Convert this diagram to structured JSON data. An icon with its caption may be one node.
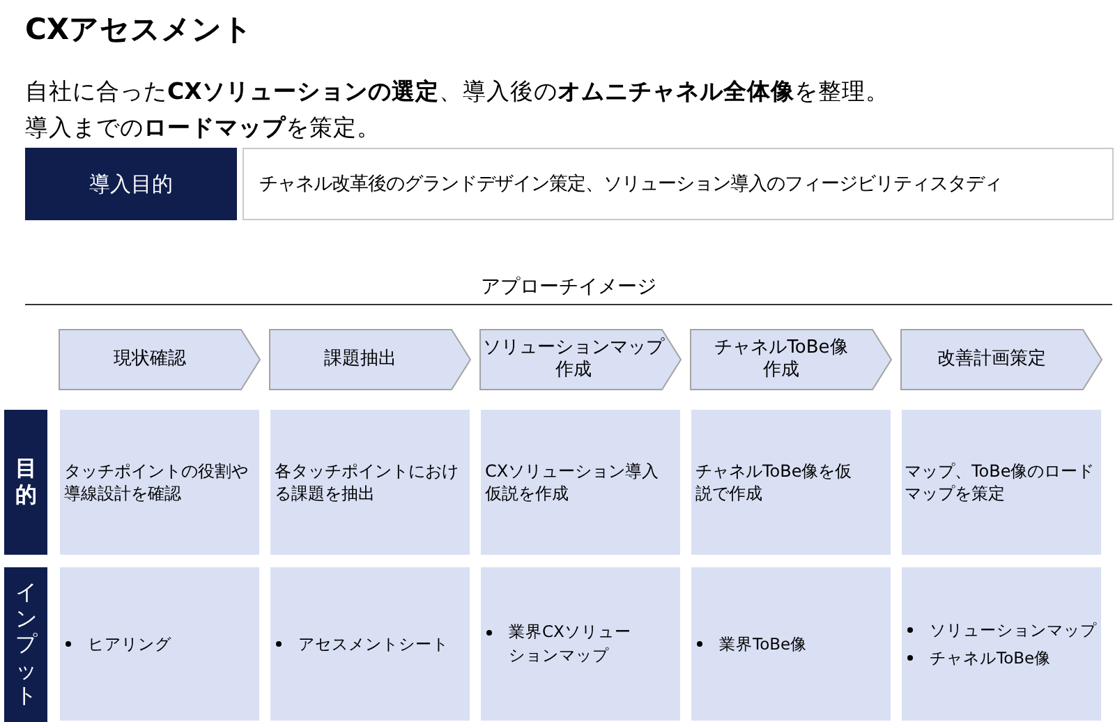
{
  "diagram": {
    "title": "CXアセスメント",
    "nodes": [
      {
        "text": [
          "導入目的"
        ]
      },
      {
        "text": [
          "チャネル改革後のグランドデザイン策定、ソリューション導入のフィージビリティスタディ"
        ]
      },
      {
        "text": [
          "現状確認"
        ]
      },
      {
        "text": [
          "課題抽出"
        ]
      },
      {
        "text": [
          "ソリューションマップ作成"
        ]
      },
      {
        "text": [
          "チャネルToBe像作成"
        ]
      },
      {
        "text": [
          "改善計画策定"
        ]
      },
      {
        "text": [
          "目的"
        ]
      },
      {
        "text": [
          "タッチポイントの役割や導線設計を確認"
        ]
      },
      {
        "text": [
          "各タッチポイントにおける課題を抽出"
        ]
      },
      {
        "text": [
          "CXソリューション導入仮説を作成"
        ]
      },
      {
        "text": [
          "チャネルToBe像を仮説で作成"
        ]
      },
      {
        "text": [
          "マップ、ToBe像のロードマップを策定"
        ]
      },
      {
        "text": [
          "インプット"
        ]
      },
      {
        "text": [
          "ヒアリング"
        ]
      },
      {
        "text": [
          "アセスメントシート"
        ]
      },
      {
        "text": [
          "業界CXソリューションマップ"
        ]
      },
      {
        "text": [
          "業界ToBe像"
        ]
      },
      {
        "text": [
          "ソリューションマップ",
          "チャネルToBe像"
        ]
      }
    ],
    "labels": [
      "自社に合った**CXソリューションの選定**、導入後の**オムニチャネル全体像**を整理。",
      "導入までの**ロードマップ**を策定。",
      "アプローチイメージ"
    ]
  }
}
